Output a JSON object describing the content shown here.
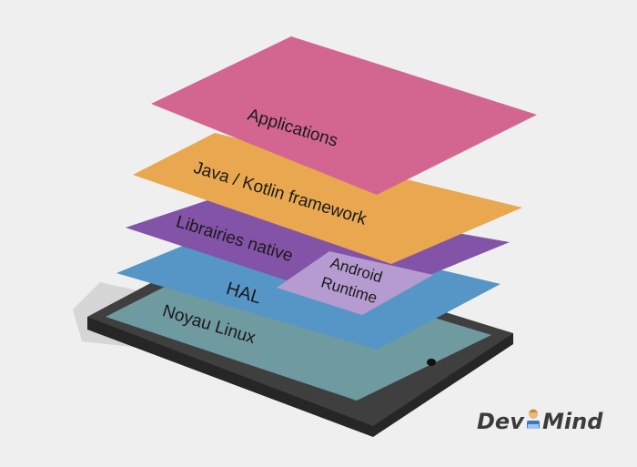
{
  "diagram": {
    "layers": [
      {
        "id": "noyau",
        "label": "Noyau Linux",
        "color": "#6f9aa0"
      },
      {
        "id": "hal",
        "label": "HAL",
        "color": "#5596c7"
      },
      {
        "id": "libs",
        "label": "Librairies native",
        "color": "#8353a8"
      },
      {
        "id": "runtime",
        "label_line1": "Android",
        "label_line2": "Runtime",
        "color": "#b69bd0"
      },
      {
        "id": "framework",
        "label": "Java / Kotlin framework",
        "color": "#e9a850"
      },
      {
        "id": "apps",
        "label": "Applications",
        "color": "#d36690"
      }
    ],
    "device": {
      "body_color": "#3f3f3f",
      "screen_color": "#6f9aa0"
    }
  },
  "logo": {
    "left": "Dev",
    "right": "Mind"
  }
}
